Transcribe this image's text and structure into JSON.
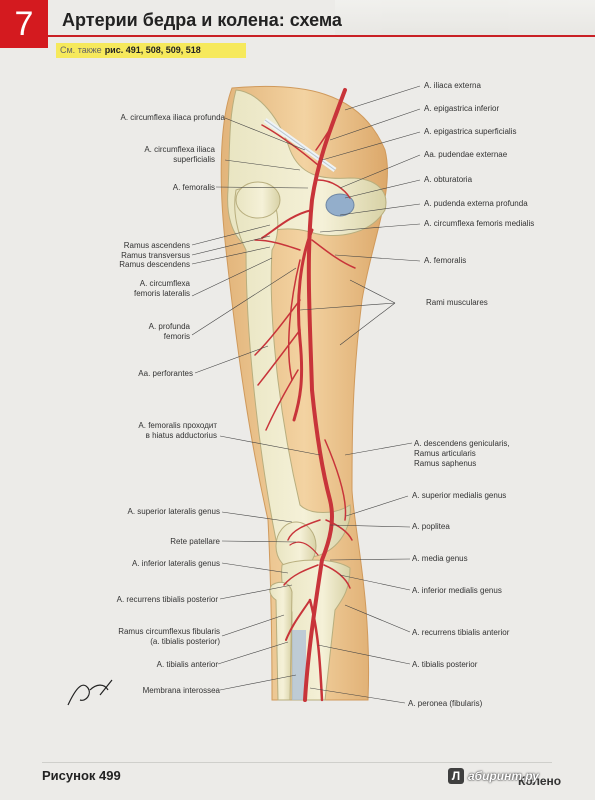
{
  "chapter_number": "7",
  "title": "Артерии бедра и колена: схема",
  "see_also": {
    "label": "См. также",
    "refs": "рис. 491, 508, 509, 518"
  },
  "labels_left": [
    "A. circumflexa iliaca profunda",
    "A. circumflexa iliaca",
    "superficialis",
    "A. femoralis",
    "Ramus ascendens",
    "Ramus transversus",
    "Ramus descendens",
    "A. circumflexa",
    "femoris lateralis",
    "A. profunda",
    "femoris",
    "Aa. perforantes",
    "A. femoralis проходит",
    "в hiatus adductorius",
    "A. superior lateralis genus",
    "Rete patellare",
    "A. inferior lateralis genus",
    "A. recurrens tibialis posterior",
    "Ramus circumflexus fibularis",
    "(a. tibialis posterior)",
    "A. tibialis anterior",
    "Membrana interossea"
  ],
  "labels_right": [
    "A. iliaca externa",
    "A. epigastrica inferior",
    "A. epigastrica superficialis",
    "Aa. pudendae externae",
    "A. obturatoria",
    "A. pudenda externa profunda",
    "A. circumflexa femoris medialis",
    "A. femoralis",
    "Rami musculares",
    "A. descendens genicularis,",
    "Ramus articularis",
    "Ramus saphenus",
    "A. superior medialis genus",
    "A. poplitea",
    "A. media genus",
    "A. inferior medialis genus",
    "A. recurrens tibialis anterior",
    "A. tibialis posterior",
    "A. peronea (fibularis)"
  ],
  "footer": {
    "figure": "Рисунок 499",
    "section": "Колено"
  },
  "watermark": {
    "icon": "Л",
    "text": "абиринт.ру"
  },
  "colors": {
    "chapter_red": "#d41a1f",
    "seealso_yellow": "#f6e95c",
    "artery_red": "#c8343a"
  }
}
